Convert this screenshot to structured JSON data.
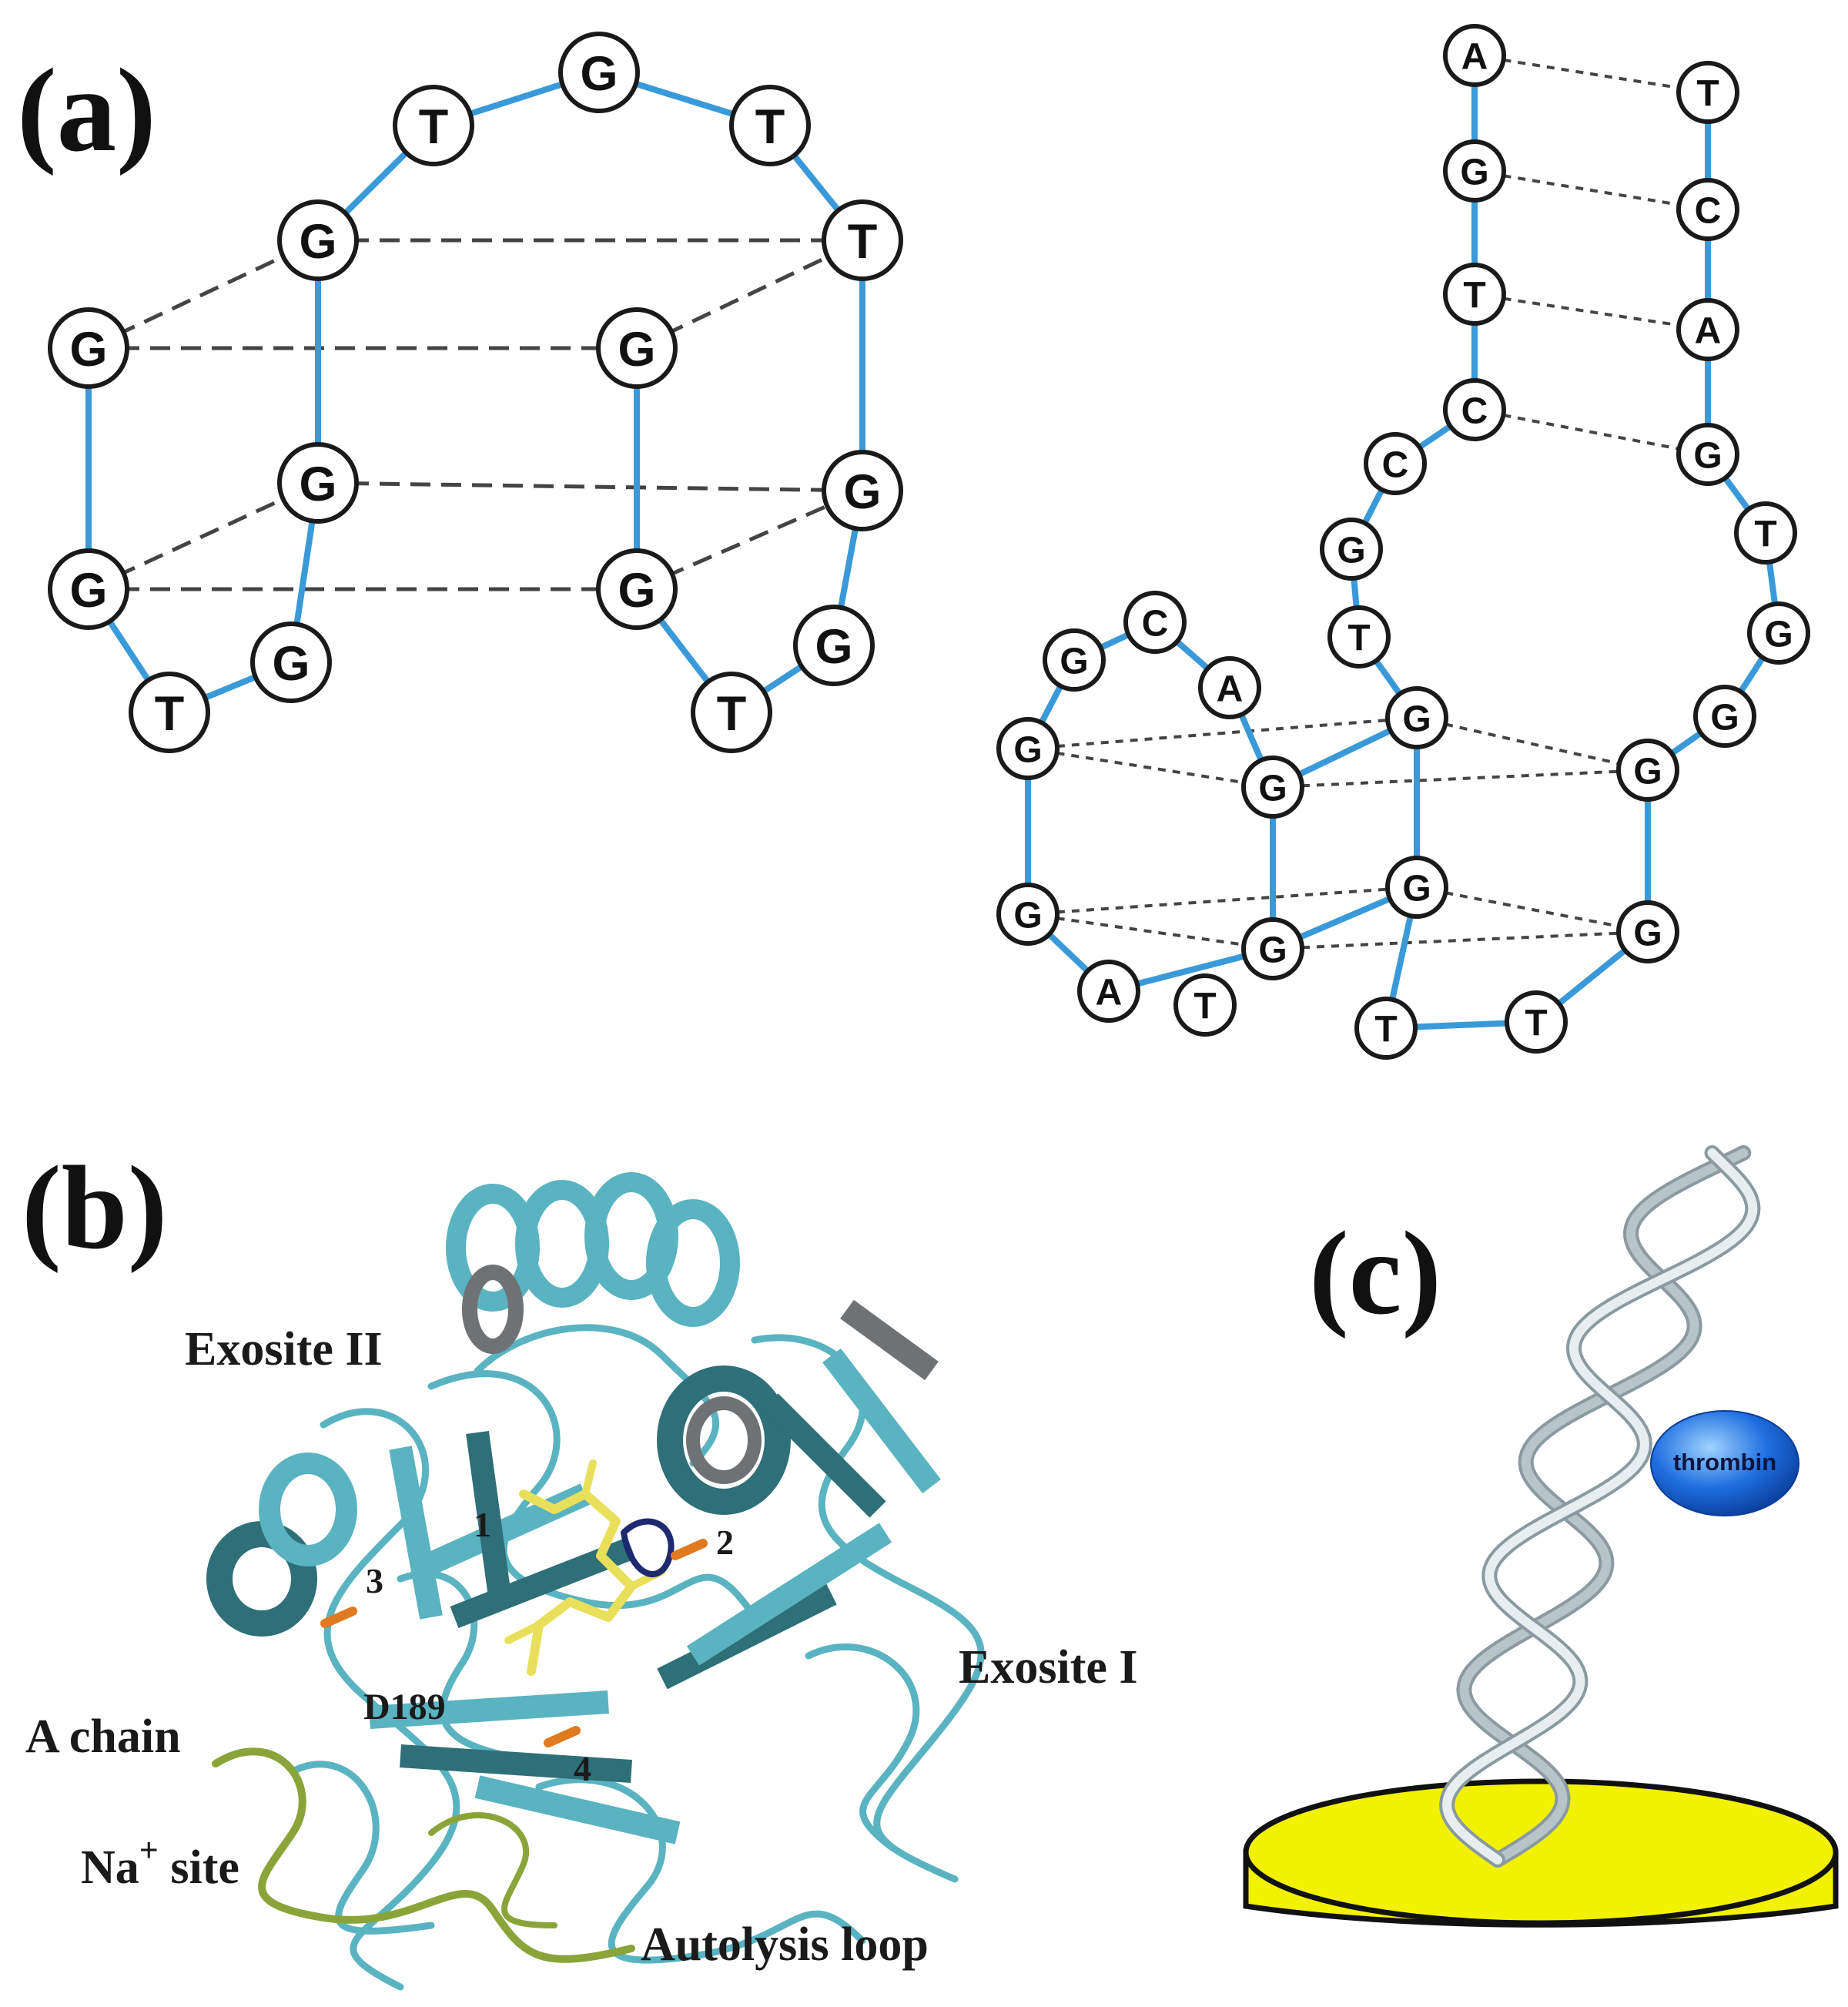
{
  "panel_labels": {
    "a": "(a)",
    "b": "(b)",
    "c": "(c)"
  },
  "colors": {
    "backbone": "#3a9ad9",
    "pair_line": "#444444",
    "ribbon": "#5ab3c0",
    "ribbon_dark": "#2e6f78",
    "ribbon_grey": "#6f7275",
    "a_chain": "#8aa43a",
    "ligand": "#e8e05a",
    "surface": "#f2f200",
    "helix_fill": "#e8eef0",
    "helix_edge": "#8a9aa0",
    "thrombin_blob": "#1f6fe0"
  },
  "aptamer_left": {
    "nodes": [
      {
        "base": "G"
      },
      {
        "base": "T"
      },
      {
        "base": "T"
      },
      {
        "base": "G"
      },
      {
        "base": "T"
      },
      {
        "base": "G"
      },
      {
        "base": "G"
      },
      {
        "base": "G"
      },
      {
        "base": "G"
      },
      {
        "base": "G"
      },
      {
        "base": "G"
      },
      {
        "base": "G"
      },
      {
        "base": "G"
      },
      {
        "base": "T"
      },
      {
        "base": "T"
      }
    ]
  },
  "aptamer_right": {
    "nodes": [
      {
        "base": "A"
      },
      {
        "base": "G"
      },
      {
        "base": "T"
      },
      {
        "base": "C"
      },
      {
        "base": "C"
      },
      {
        "base": "G"
      },
      {
        "base": "T"
      },
      {
        "base": "T"
      },
      {
        "base": "C"
      },
      {
        "base": "A"
      },
      {
        "base": "G"
      },
      {
        "base": "T"
      },
      {
        "base": "G"
      },
      {
        "base": "G"
      },
      {
        "base": "G"
      },
      {
        "base": "G"
      },
      {
        "base": "G"
      },
      {
        "base": "G"
      },
      {
        "base": "G"
      },
      {
        "base": "G"
      },
      {
        "base": "G"
      },
      {
        "base": "G"
      },
      {
        "base": "G"
      },
      {
        "base": "C"
      },
      {
        "base": "A"
      },
      {
        "base": "A"
      },
      {
        "base": "T"
      },
      {
        "base": "T"
      },
      {
        "base": "T"
      }
    ]
  },
  "protein_labels": {
    "exosite_ii": "Exosite II",
    "exosite_i": "Exosite I",
    "a_chain": "A chain",
    "na_site_prefix": "Na",
    "na_site_sup": "+",
    "na_site_suffix": " site",
    "autolysis_loop": "Autolysis loop",
    "d189": "D189",
    "site_1": "1",
    "site_2": "2",
    "site_3": "3",
    "site_4": "4"
  },
  "sensor": {
    "thrombin_label": "thrombin"
  }
}
